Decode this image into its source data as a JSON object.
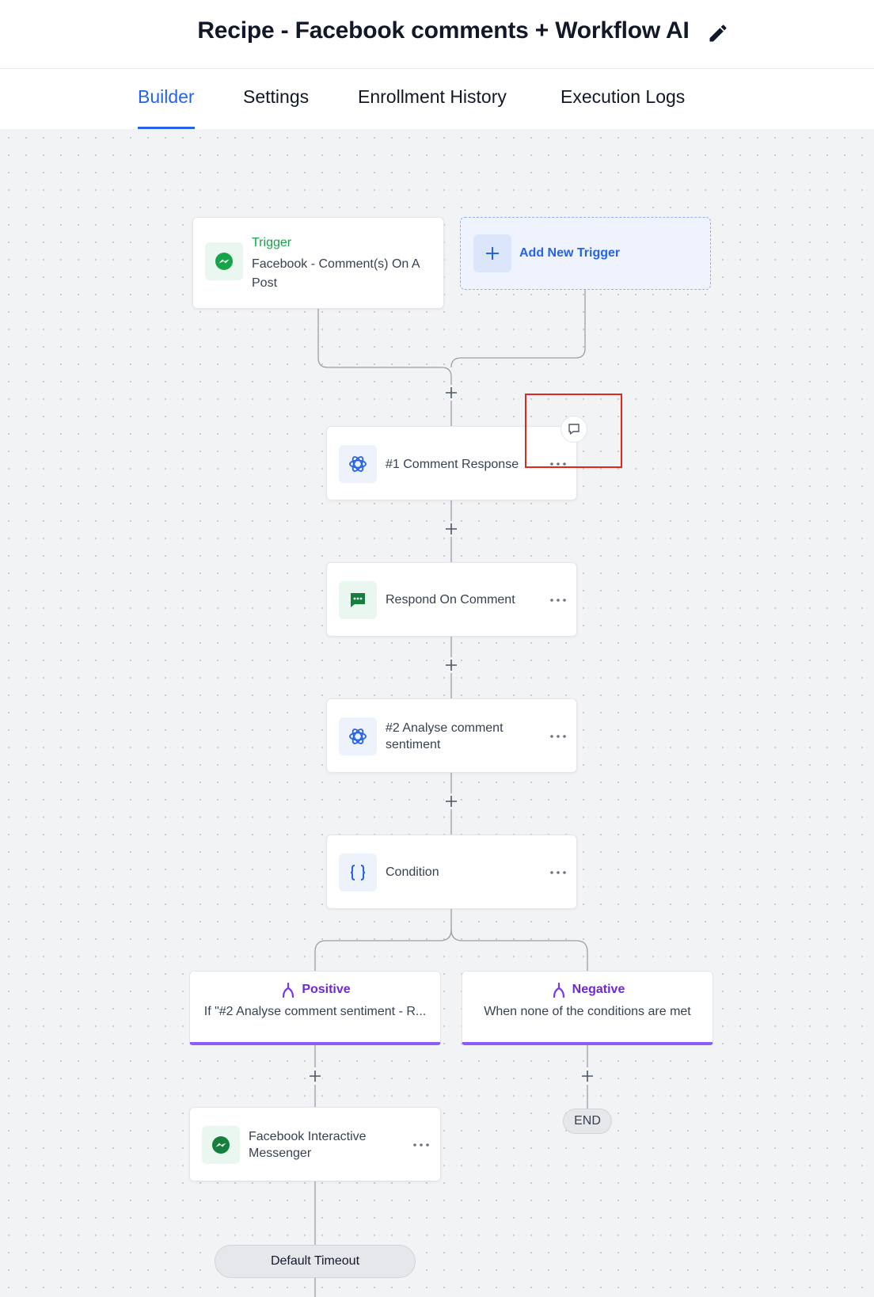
{
  "header": {
    "title": "Recipe - Facebook comments + Workflow AI"
  },
  "tabs": [
    {
      "label": "Builder",
      "active": true
    },
    {
      "label": "Settings",
      "active": false
    },
    {
      "label": "Enrollment History",
      "active": false
    },
    {
      "label": "Execution Logs",
      "active": false
    }
  ],
  "trigger": {
    "heading": "Trigger",
    "name": "Facebook - Comment(s) On A Post",
    "icon": "messenger-icon"
  },
  "add_trigger": {
    "label": "Add New Trigger"
  },
  "actions": [
    {
      "label": "#1 Comment Response",
      "icon": "openai-icon"
    },
    {
      "label": "Respond On Comment",
      "icon": "chat-bubble-icon"
    },
    {
      "label": "#2 Analyse comment sentiment",
      "icon": "openai-icon"
    },
    {
      "label": "Condition",
      "icon": "braces-icon"
    }
  ],
  "branches": [
    {
      "title": "Positive",
      "subtitle": "If \"#2 Analyse comment sentiment - R..."
    },
    {
      "title": "Negative",
      "subtitle": "When none of the conditions are met"
    }
  ],
  "messenger_action": {
    "label": "Facebook Interactive Messenger",
    "icon": "messenger-icon"
  },
  "end_label": "END",
  "timeout_label": "Default Timeout",
  "colors": {
    "accent": "#2563eb",
    "trigger_green": "#16a34a",
    "branch_purple": "#6d28d9",
    "highlight_red": "#e3261b"
  }
}
